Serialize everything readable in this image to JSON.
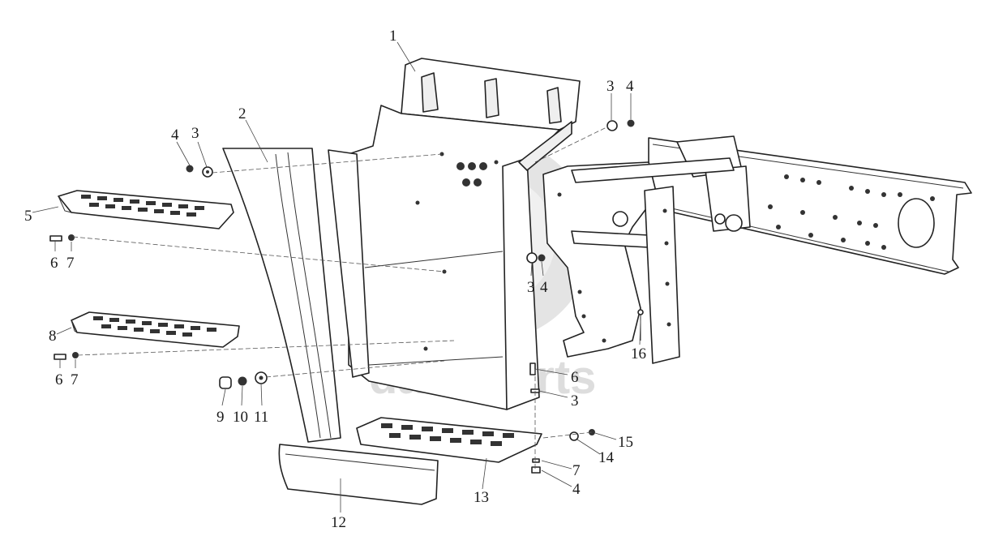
{
  "diagram": {
    "watermark": {
      "text": "data-parts"
    },
    "callouts": [
      {
        "id": "c1",
        "label": "1"
      },
      {
        "id": "c2",
        "label": "2"
      },
      {
        "id": "c3a",
        "label": "3"
      },
      {
        "id": "c4a",
        "label": "4"
      },
      {
        "id": "c3b",
        "label": "3"
      },
      {
        "id": "c4b",
        "label": "4"
      },
      {
        "id": "c5",
        "label": "5"
      },
      {
        "id": "c6a",
        "label": "6"
      },
      {
        "id": "c7a",
        "label": "7"
      },
      {
        "id": "c3c",
        "label": "3"
      },
      {
        "id": "c4c",
        "label": "4"
      },
      {
        "id": "c8",
        "label": "8"
      },
      {
        "id": "c6b",
        "label": "6"
      },
      {
        "id": "c7b",
        "label": "7"
      },
      {
        "id": "c9",
        "label": "9"
      },
      {
        "id": "c10",
        "label": "10"
      },
      {
        "id": "c11",
        "label": "11"
      },
      {
        "id": "c6c",
        "label": "6"
      },
      {
        "id": "c3d",
        "label": "3"
      },
      {
        "id": "c16",
        "label": "16"
      },
      {
        "id": "c15",
        "label": "15"
      },
      {
        "id": "c14",
        "label": "14"
      },
      {
        "id": "c7c",
        "label": "7"
      },
      {
        "id": "c4d",
        "label": "4"
      },
      {
        "id": "c13",
        "label": "13"
      },
      {
        "id": "c12",
        "label": "12"
      }
    ]
  }
}
